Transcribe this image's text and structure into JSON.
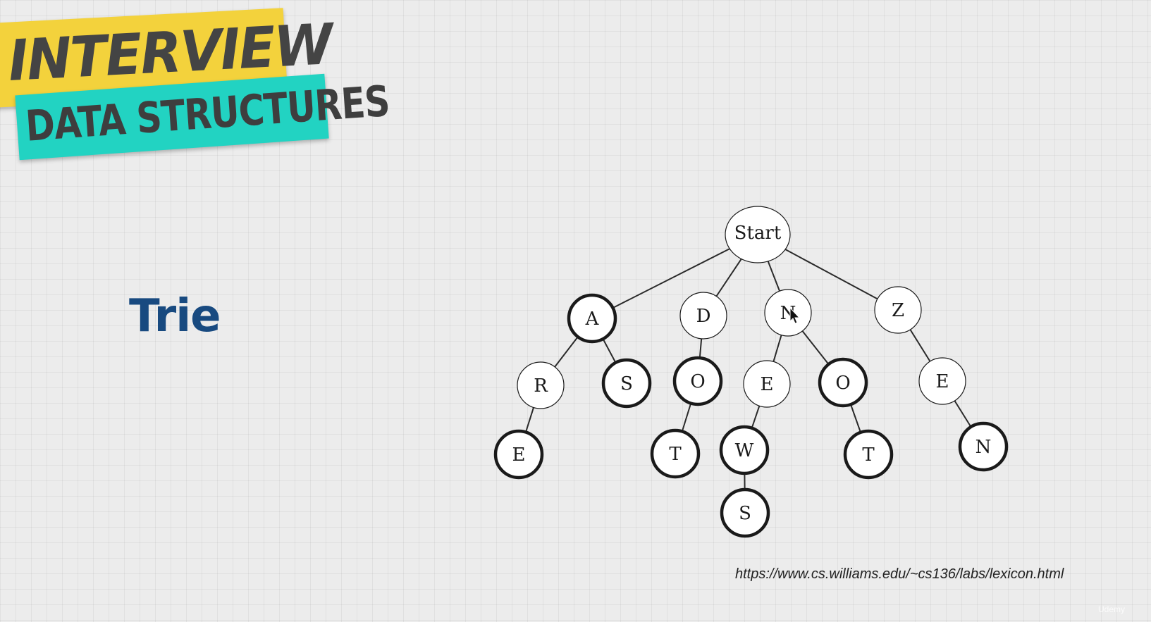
{
  "banner": {
    "line1": "INTERVIEW",
    "line2": "DATA STRUCTURES",
    "colors": {
      "yellow": "#f3d23c",
      "teal": "#22d3c2",
      "text": "#444444"
    }
  },
  "title": "Trie",
  "title_color": "#184a80",
  "diagram": {
    "nodes": [
      {
        "id": "start",
        "label": "Start",
        "terminal": false
      },
      {
        "id": "a",
        "label": "A",
        "terminal": true
      },
      {
        "id": "d",
        "label": "D",
        "terminal": false
      },
      {
        "id": "n",
        "label": "N",
        "terminal": false
      },
      {
        "id": "z",
        "label": "Z",
        "terminal": false
      },
      {
        "id": "ar",
        "label": "R",
        "terminal": false
      },
      {
        "id": "as",
        "label": "S",
        "terminal": true
      },
      {
        "id": "do",
        "label": "O",
        "terminal": true
      },
      {
        "id": "ne",
        "label": "E",
        "terminal": false
      },
      {
        "id": "no",
        "label": "O",
        "terminal": true
      },
      {
        "id": "ze",
        "label": "E",
        "terminal": false
      },
      {
        "id": "are",
        "label": "E",
        "terminal": true
      },
      {
        "id": "dot",
        "label": "T",
        "terminal": true
      },
      {
        "id": "new",
        "label": "W",
        "terminal": true
      },
      {
        "id": "not",
        "label": "T",
        "terminal": true
      },
      {
        "id": "zen",
        "label": "N",
        "terminal": true
      },
      {
        "id": "news",
        "label": "S",
        "terminal": true
      }
    ],
    "edges": [
      [
        "start",
        "a"
      ],
      [
        "start",
        "d"
      ],
      [
        "start",
        "n"
      ],
      [
        "start",
        "z"
      ],
      [
        "a",
        "ar"
      ],
      [
        "a",
        "as"
      ],
      [
        "d",
        "do"
      ],
      [
        "n",
        "ne"
      ],
      [
        "n",
        "no"
      ],
      [
        "z",
        "ze"
      ],
      [
        "ar",
        "are"
      ],
      [
        "do",
        "dot"
      ],
      [
        "ne",
        "new"
      ],
      [
        "no",
        "not"
      ],
      [
        "ze",
        "zen"
      ],
      [
        "new",
        "news"
      ]
    ]
  },
  "source_url": "https://www.cs.williams.edu/~cs136/labs/lexicon.html",
  "watermark": "Udemy"
}
